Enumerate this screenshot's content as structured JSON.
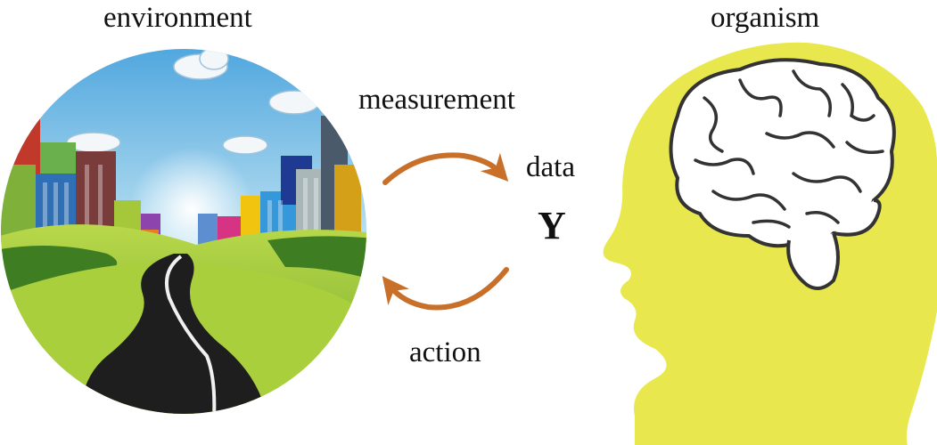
{
  "labels": {
    "environment": "environment",
    "organism": "organism",
    "measurement": "measurement",
    "data": "data",
    "variable": "Y",
    "action": "action"
  },
  "colors": {
    "arrow": "#c8702a",
    "head": "#e8e84e",
    "sky_top": "#5aaee0",
    "grass": "#8fc43a",
    "road": "#1e1e1e"
  },
  "icons": {
    "environment": "city-landscape-icon",
    "organism": "head-brain-icon"
  }
}
